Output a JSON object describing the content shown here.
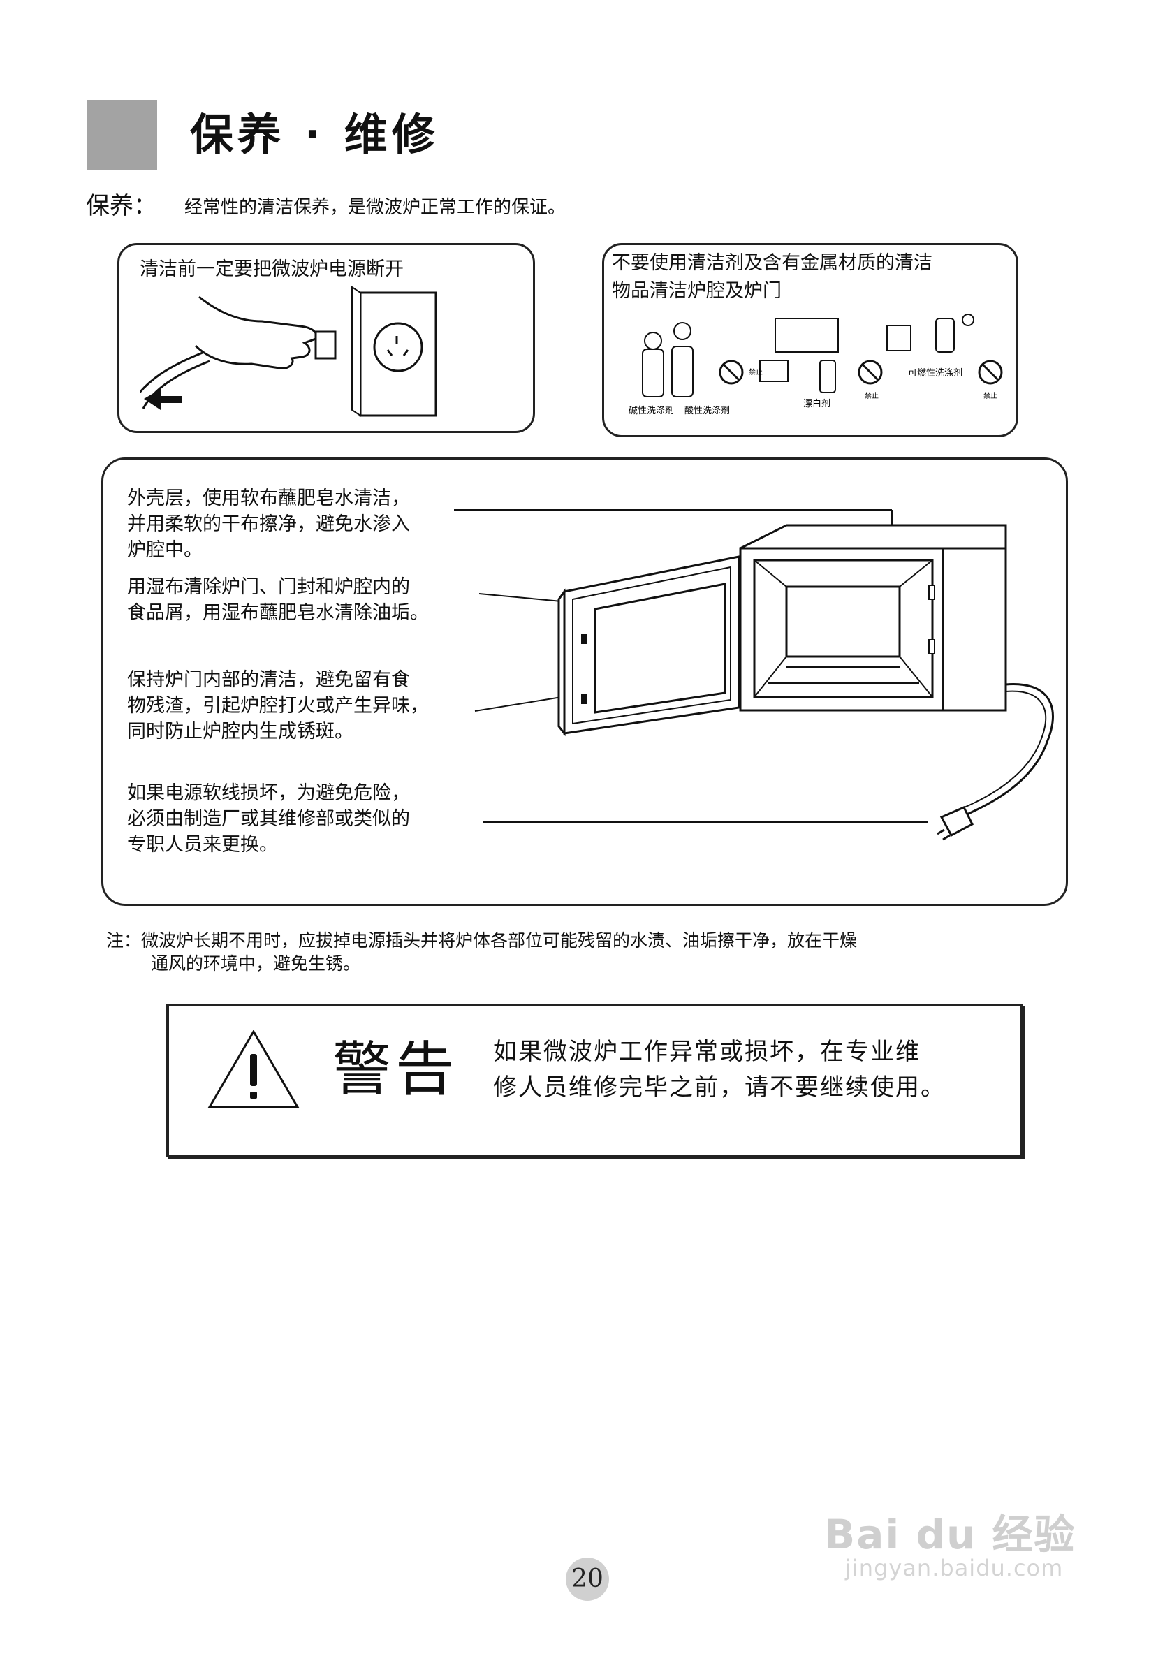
{
  "header": {
    "title": "保养 · 维修"
  },
  "intro": {
    "label": "保养：",
    "text": "经常性的清洁保养，是微波炉正常工作的保证。"
  },
  "box_power": {
    "text": "清洁前一定要把微波炉电源断开"
  },
  "box_cleaners": {
    "line1": "不要使用清洁剂及含有金属材质的清洁",
    "line2": "物品清洁炉腔及炉门",
    "labels": {
      "alkaline": "碱性洗涤剂",
      "acid": "酸性洗涤剂",
      "bleach": "漂白剂",
      "flammable": "可燃性洗涤剂",
      "forbidden": "禁止"
    }
  },
  "annotations": {
    "exterior": [
      "外壳层，使用软布蘸肥皂水清洁，",
      "并用柔软的干布擦净，避免水渗入",
      "炉腔中。"
    ],
    "door_seal": [
      "用湿布清除炉门、门封和炉腔内的",
      "食品屑，用湿布蘸肥皂水清除油垢。"
    ],
    "door_inside": [
      "保持炉门内部的清洁，避免留有食",
      "物残渣，引起炉腔打火或产生异味，",
      "同时防止炉腔内生成锈斑。"
    ],
    "power_cord": [
      "如果电源软线损坏，为避免危险，",
      "必须由制造厂或其维修部或类似的",
      "专职人员来更换。"
    ]
  },
  "note": {
    "line1": "注：微波炉长期不用时，应拔掉电源插头并将炉体各部位可能残留的水渍、油垢擦干净，放在干燥",
    "line2": "通风的环境中，避免生锈。"
  },
  "warning": {
    "title": "警告",
    "line1": "如果微波炉工作异常或损坏，在专业维",
    "line2": "修人员维修完毕之前，请不要继续使用。"
  },
  "footer": {
    "page_number": "20"
  },
  "watermark": {
    "brand": "Bai du 经验",
    "url": "jingyan.baidu.com"
  },
  "colors": {
    "header_block": "#a3a3a3",
    "page_number_bg": "#d0d0d0",
    "watermark": "#cfcfcf"
  }
}
